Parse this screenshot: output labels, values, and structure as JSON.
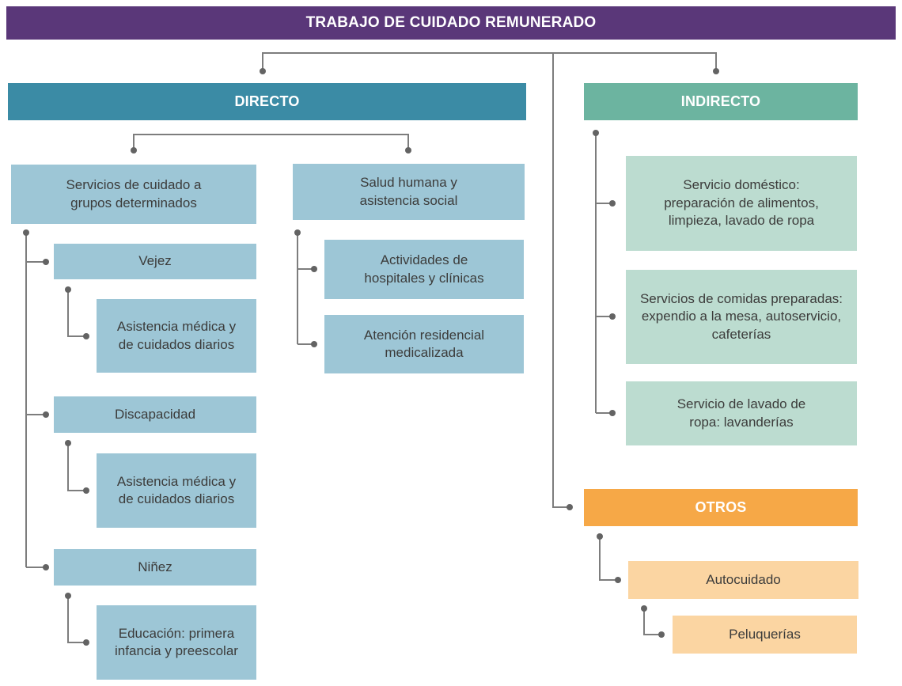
{
  "title": "TRABAJO DE CUIDADO REMUNERADO",
  "headers": {
    "directo": "DIRECTO",
    "indirecto": "INDIRECTO",
    "otros": "OTROS"
  },
  "directo": {
    "grupos": "Servicios de cuidado a\ngrupos determinados",
    "vejez": "Vejez",
    "vejez_child": "Asistencia médica y\nde cuidados diarios",
    "discapacidad": "Discapacidad",
    "discapacidad_child": "Asistencia médica y\nde cuidados diarios",
    "ninez": "Niñez",
    "ninez_child": "Educación: primera\ninfancia y preescolar",
    "salud": "Salud humana y\nasistencia social",
    "hospitales": "Actividades de\nhospitales y clínicas",
    "residencial": "Atención residencial\nmedicalizada"
  },
  "indirecto": {
    "domestico": "Servicio doméstico:\npreparación de alimentos,\nlimpieza, lavado de ropa",
    "comidas": "Servicios de comidas preparadas:\nexpendio a la mesa, autoservicio,\ncafeterías",
    "lavado": "Servicio de lavado de\nropa: lavanderías"
  },
  "otros": {
    "autocuidado": "Autocuidado",
    "peluquerias": "Peluquerías"
  },
  "colors": {
    "root_banner": "#5a3779",
    "directo_header": "#3b8ba5",
    "directo_node": "#9dc6d6",
    "indirecto_header": "#6cb4a0",
    "indirecto_node": "#bcdcd0",
    "otros_header": "#f6a847",
    "otros_node": "#fbd5a2",
    "connector_line": "#7d7d7d",
    "connector_dot": "#636363",
    "node_text": "#3c3c3b",
    "header_text": "#ffffff"
  }
}
